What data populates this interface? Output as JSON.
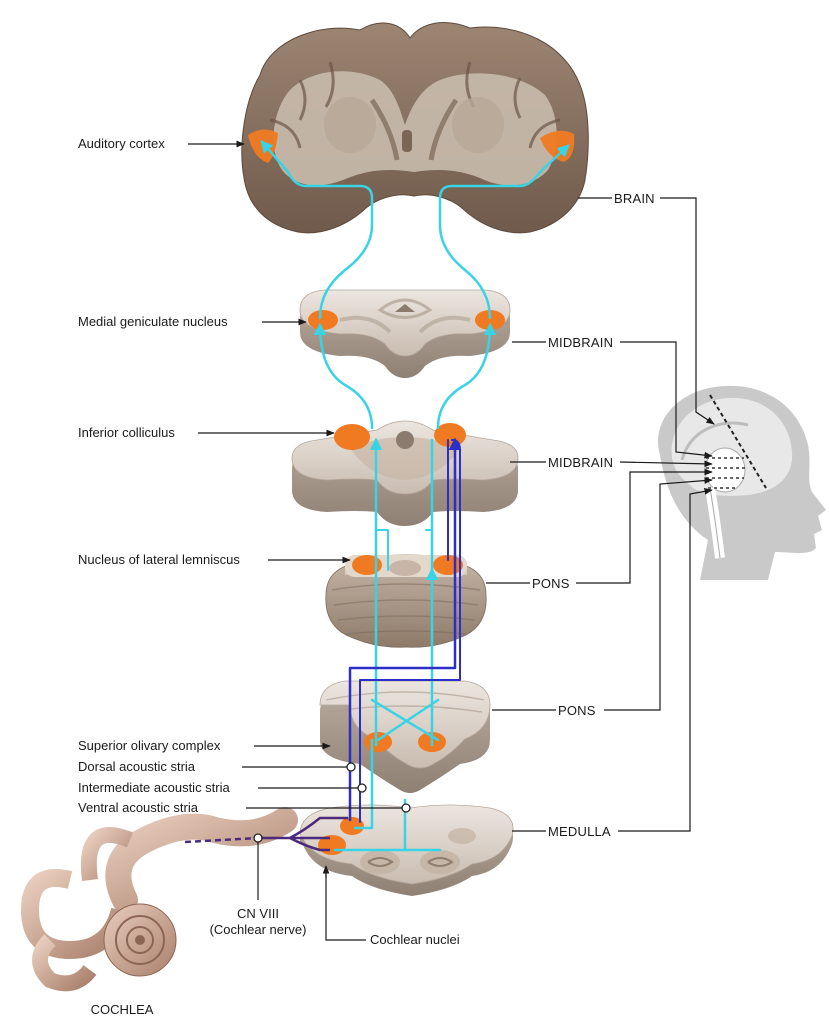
{
  "left_labels": {
    "auditory_cortex": "Auditory cortex",
    "medial_geniculate": "Medial geniculate nucleus",
    "inferior_colliculus": "Inferior colliculus",
    "lateral_lemniscus": "Nucleus of lateral lemniscus",
    "superior_olivary": "Superior olivary complex",
    "dorsal_stria": "Dorsal acoustic stria",
    "intermediate_stria": "Intermediate acoustic stria",
    "ventral_stria": "Ventral acoustic stria"
  },
  "right_labels": {
    "brain": "BRAIN",
    "midbrain_1": "MIDBRAIN",
    "midbrain_2": "MIDBRAIN",
    "pons_1": "PONS",
    "pons_2": "PONS",
    "medulla": "MEDULLA"
  },
  "bottom_labels": {
    "cn_viii": "CN VIII",
    "cochlear_nerve": "(Cochlear nerve)",
    "cochlear_nuclei": "Cochlear nuclei",
    "cochlea": "COCHLEA"
  },
  "colors": {
    "pathway_cyan": "#39d3e6",
    "pathway_blue": "#2c2ec9",
    "nerve_purple": "#4b2a7a",
    "nucleus_orange": "#f07a22",
    "tissue_brown": "#8c7462",
    "tissue_light": "#d6cbc1",
    "head_gray": "#c9c9c9"
  }
}
